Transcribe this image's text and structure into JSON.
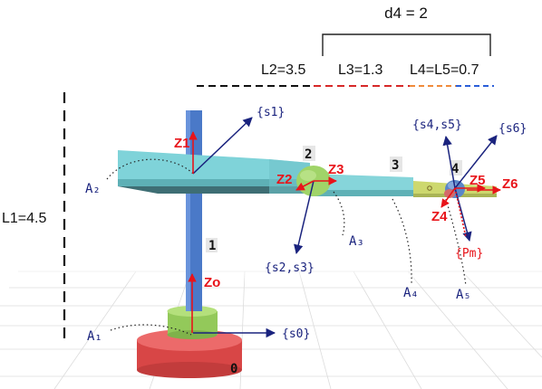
{
  "dimensions": {
    "d4": "d4 = 2",
    "L1": "L1=4.5",
    "L2": "L2=3.5",
    "L3": "L3=1.3",
    "L45": "L4=L5=0.7"
  },
  "link_numbers": {
    "n0": "0",
    "n1": "1",
    "n2": "2",
    "n3": "3",
    "n4": "4"
  },
  "axes_red": {
    "z0": "Zo",
    "z1": "Z1",
    "z2": "Z2",
    "z3": "Z3",
    "z4": "Z4",
    "z5": "Z5",
    "z6": "Z6"
  },
  "frames_blue": {
    "s0": "{s0}",
    "s1": "{s1}",
    "s23": "{s2,s3}",
    "s45": "{s4,s5}",
    "s6": "{s6}"
  },
  "pm_label": "{Pm}",
  "anchors": {
    "a1": "A₁",
    "a2": "A₂",
    "a3": "A₃",
    "a4": "A₄",
    "a5": "A₅"
  },
  "colors": {
    "base_red": "#e05050",
    "column_blue": "#4a79c8",
    "arm_cyan": "#7ecdd3",
    "joint_green": "#9ad160",
    "tool_yellow": "#c8d46a",
    "axis_red": "#e8141a",
    "frame_navy": "#1a237e",
    "dash_red": "#d62828",
    "dash_orange": "#f08a3a",
    "dash_blue": "#2a5ed8"
  }
}
